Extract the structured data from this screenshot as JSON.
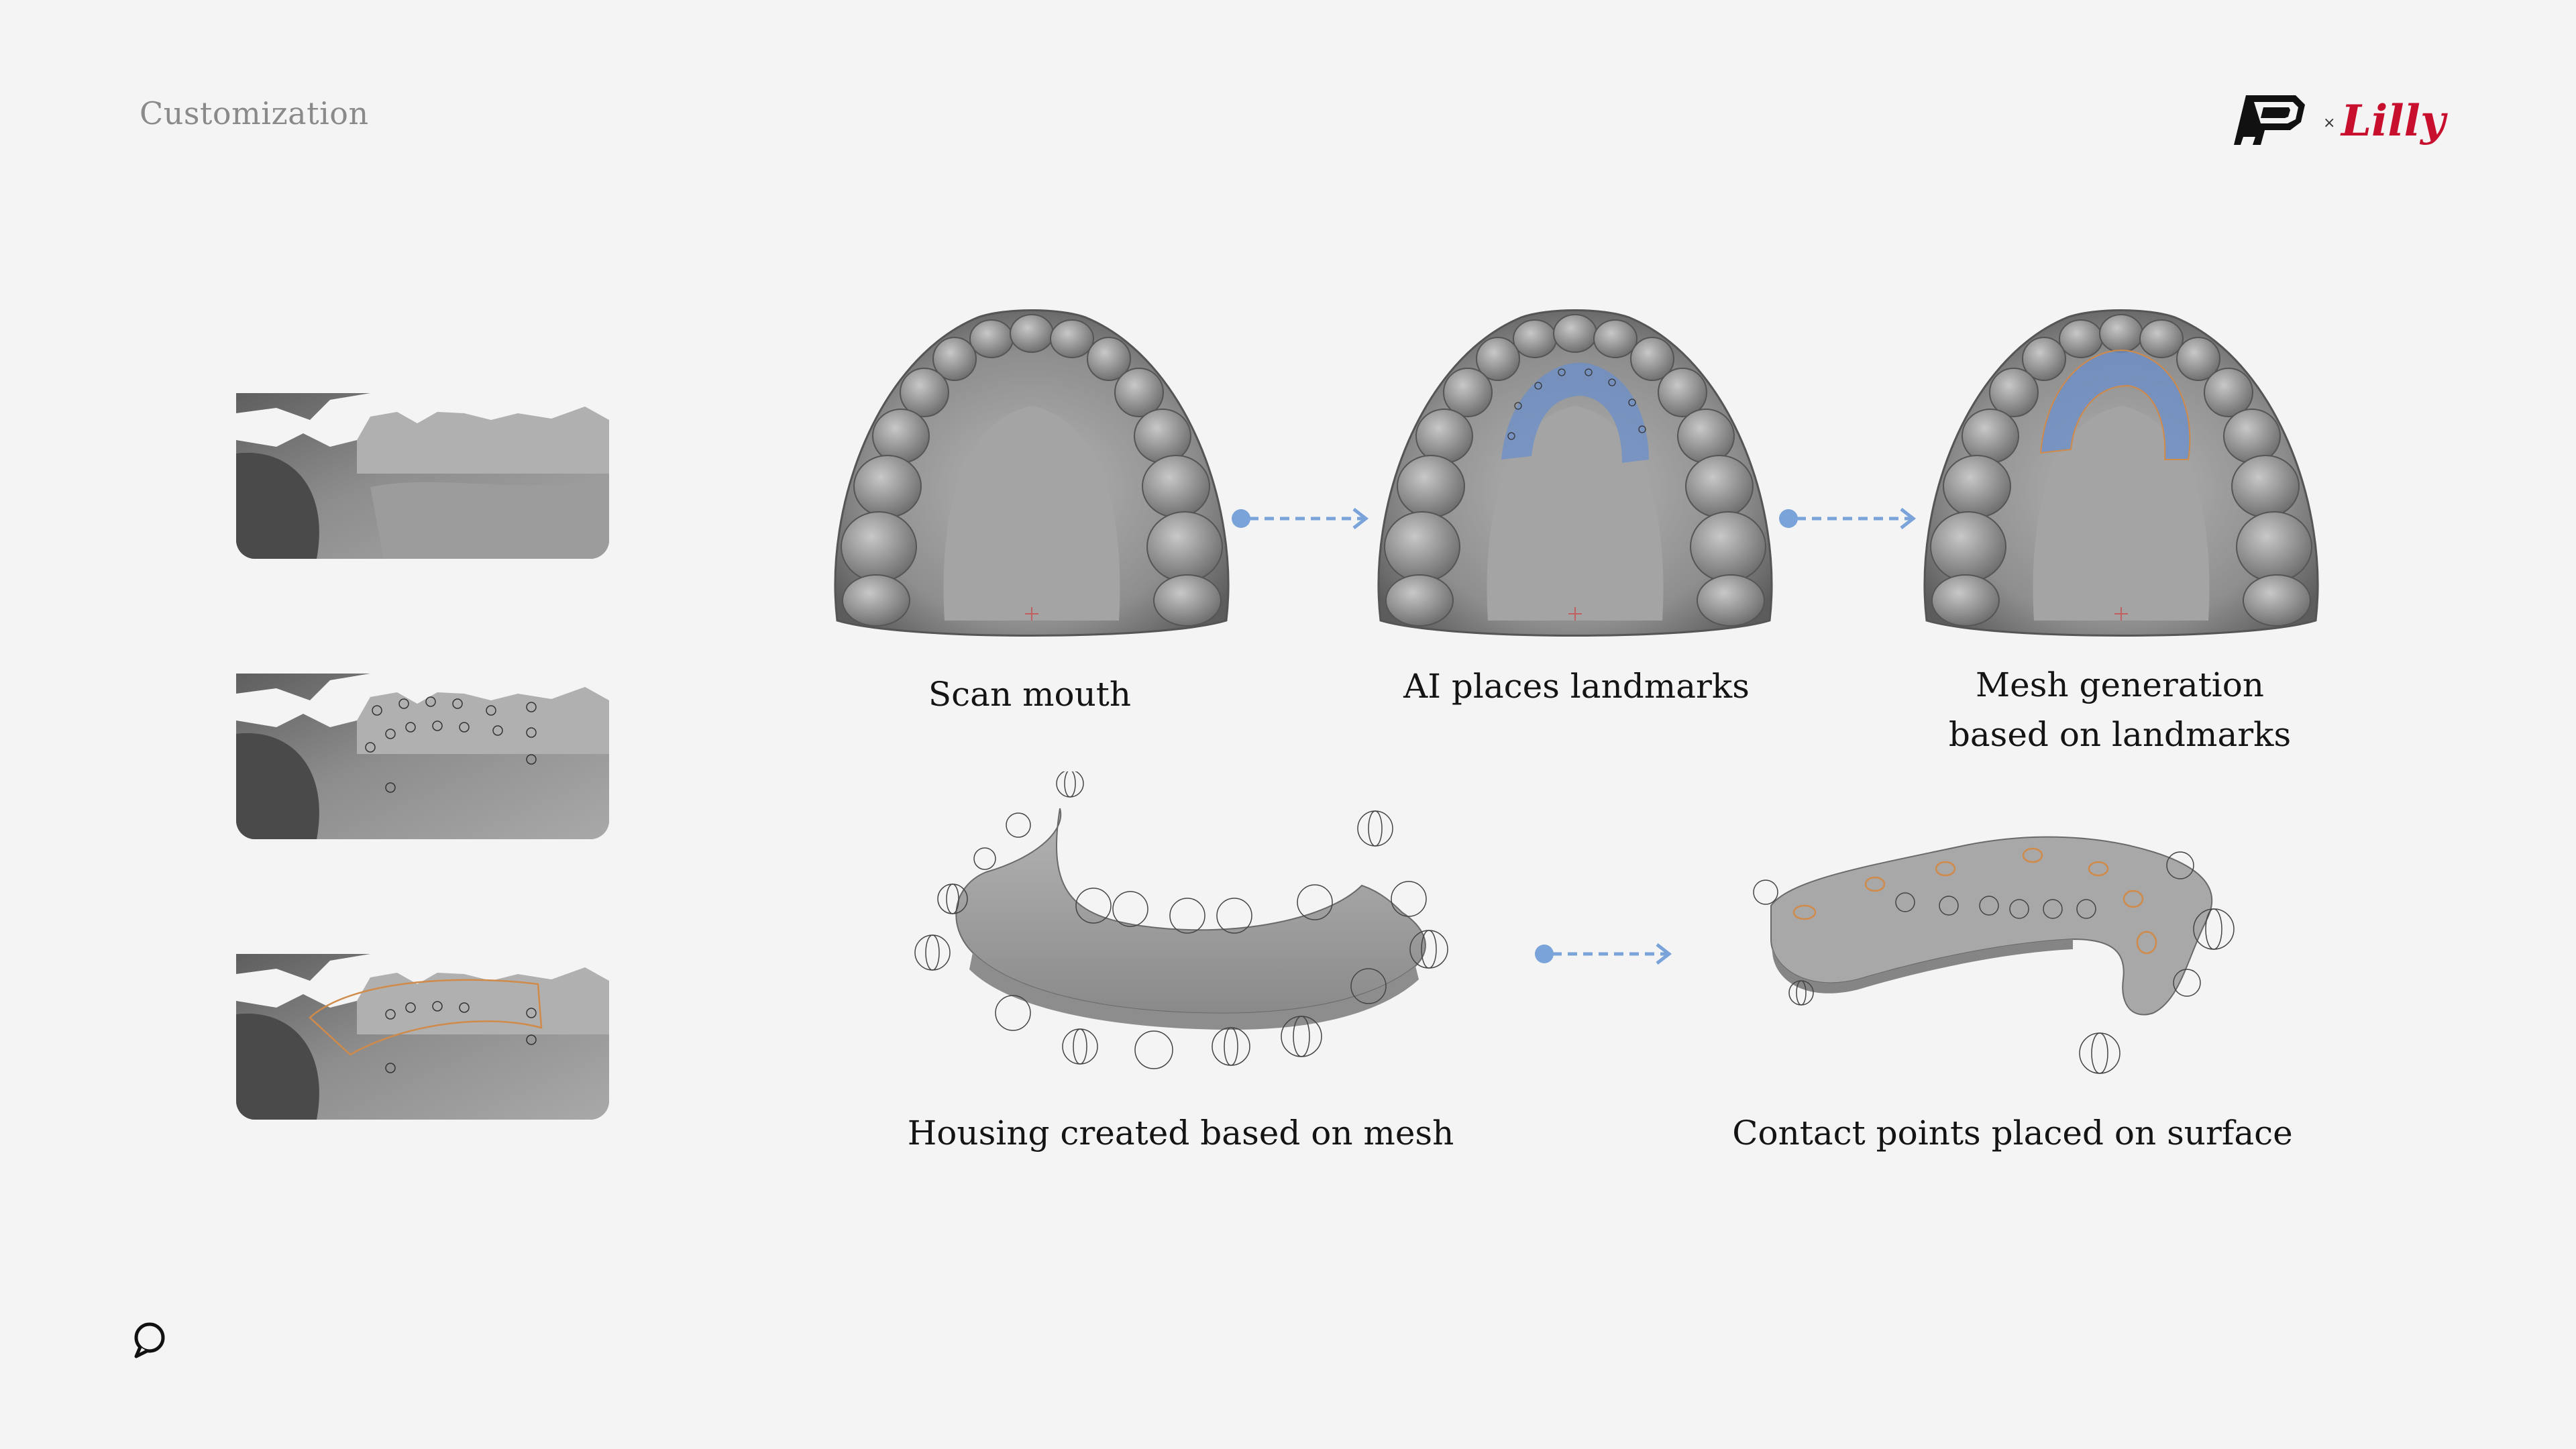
{
  "header": {
    "title": "Customization",
    "logo_left": "P",
    "logo_separator": "×",
    "logo_right": "Lilly"
  },
  "steps": [
    {
      "label": "Scan mouth"
    },
    {
      "label": "AI places landmarks"
    },
    {
      "label_line1": "Mesh generation",
      "label_line2": "based on landmarks"
    },
    {
      "label": "Housing created based on mesh"
    },
    {
      "label": "Contact points placed on surface"
    }
  ],
  "colors": {
    "background": "#f4f4f4",
    "arrow": "#7aa3d9",
    "landmark_band": "#6b8fc9",
    "contact_outline": "#d08a4a",
    "logo_red": "#c8102e"
  },
  "icons": {
    "footer": "chat-bubble-icon"
  }
}
